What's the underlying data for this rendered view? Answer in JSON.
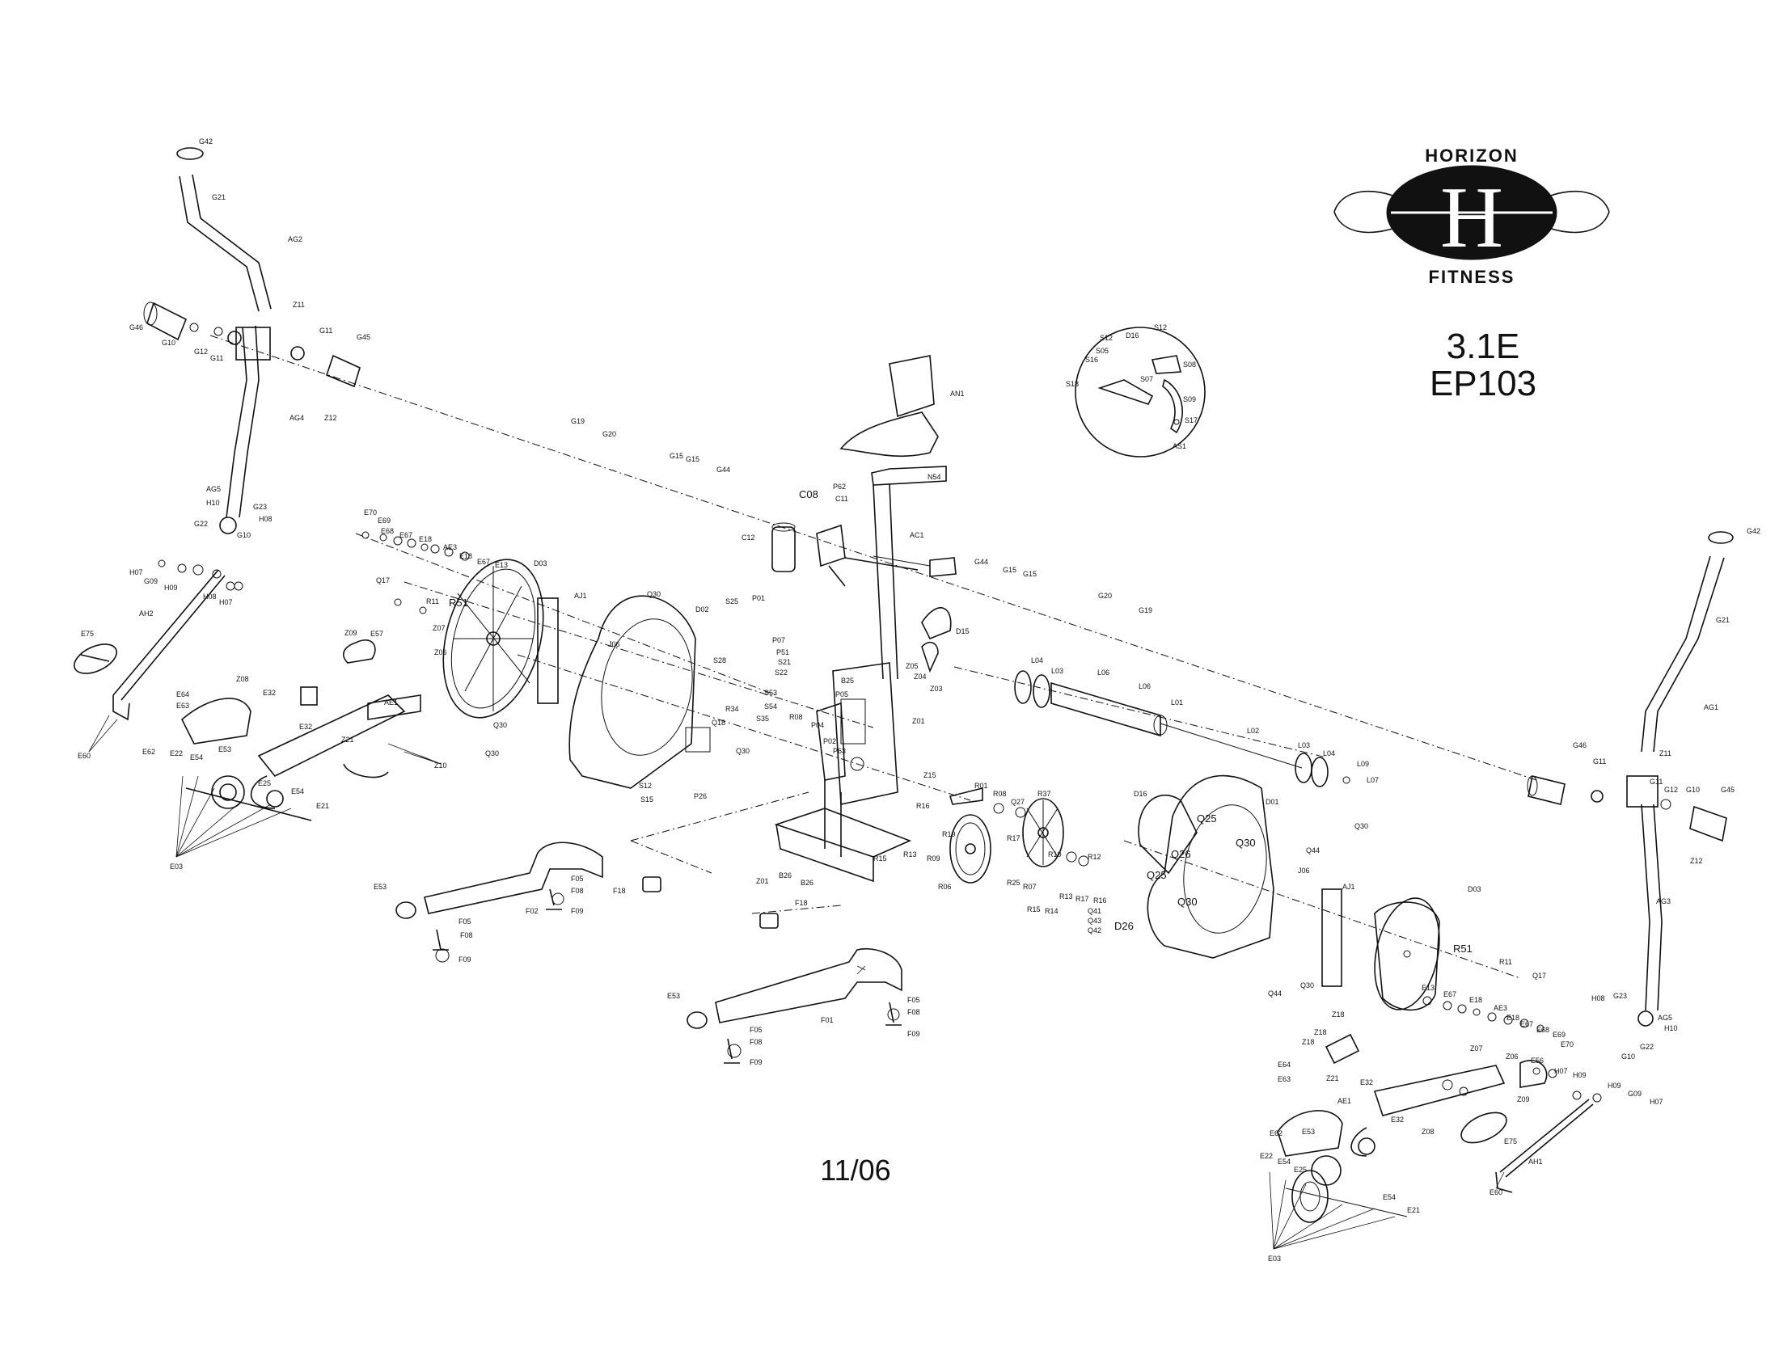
{
  "brand": {
    "top_word": "HORIZON",
    "bottom_word": "FITNESS",
    "mark_letter": "H"
  },
  "model": {
    "line1": "3.1E",
    "line2": "EP103"
  },
  "date": "11/06",
  "labels": {
    "G42_l": "G42",
    "G21_l": "G21",
    "AG2": "AG2",
    "Z11_l": "Z11",
    "G46_l": "G46",
    "G10_l": "G10",
    "G12_l": "G12",
    "G11_l": "G11",
    "G11b_l": "G11",
    "G45_l": "G45",
    "Z12_l": "Z12",
    "AG4": "AG4",
    "AG5_l": "AG5",
    "H10_l": "H10",
    "G23_l": "G23",
    "H08_l": "H08",
    "G22_l": "G22",
    "G10b_l": "G10",
    "H07_l": "H07",
    "G09_l": "G09",
    "H09_l": "H09",
    "H08b_l": "H08",
    "H07b_l": "H07",
    "AH2": "AH2",
    "E75_l": "E75",
    "E60_l": "E60",
    "E64_l": "E64",
    "E63_l": "E63",
    "E62_l": "E62",
    "E22_l": "E22",
    "E54_l": "E54",
    "E53_l": "E53",
    "E25_l": "E25",
    "E54b_l": "E54",
    "E21_l": "E21",
    "E03_l": "E03",
    "E70_l": "E70",
    "E69_l": "E69",
    "E68_l": "E68",
    "E67_l": "E67",
    "E18_l": "E18",
    "AE3_l": "AE3",
    "E18b_l": "E18",
    "E67b_l": "E67",
    "E13_l": "E13",
    "D03_l": "D03",
    "Q17_l": "Q17",
    "R11_l": "R11",
    "R51_l": "R51",
    "Z07_l": "Z07",
    "Z09_l": "Z09",
    "E57_l": "E57",
    "Z06_l": "Z06",
    "Z08_l": "Z08",
    "E32_l": "E32",
    "AE1_l": "AE1",
    "E32b_l": "E32",
    "Z21_l": "Z21",
    "Z10_l": "Z10",
    "AJ1_l": "AJ1",
    "Q30_l": "Q30",
    "D02_l": "D02",
    "J06_l": "J06",
    "Q30b_l": "Q30",
    "Q30c_l": "Q30",
    "G19_l": "G19",
    "G20_l": "G20",
    "G15_l": "G15",
    "G15b_l": "G15",
    "G44_l": "G44",
    "C08_l": "C08",
    "C11_l": "C11",
    "C12_l": "C12",
    "AC1_l": "AC1",
    "P62_l": "P62",
    "N54_l": "N54",
    "AN1_l": "AN1",
    "S25_l": "S25",
    "P01_l": "P01",
    "P07_l": "P07",
    "P51_l": "P51",
    "S21_l": "S21",
    "S22_l": "S22",
    "S28_l": "S28",
    "S53_l": "S53",
    "S54_l": "S54",
    "R34_l": "R34",
    "S35_l": "S35",
    "Q18_l": "Q18",
    "Q30d_l": "Q30",
    "R08_l": "R08",
    "B25_l": "B25",
    "Z05_l": "Z05",
    "P05_l": "P05",
    "Z04_l": "Z04",
    "Z03_l": "Z03",
    "Z01_l": "Z01",
    "P04_l": "P04",
    "P02_l": "P02",
    "P63_l": "P63",
    "D15_l": "D15",
    "S12_l": "S12",
    "S15_l": "S15",
    "P26_l": "P26",
    "Z15_l": "Z15",
    "R01_l": "R01",
    "R16_l": "R16",
    "R08b_l": "R08",
    "Q27_l": "Q27",
    "R37_l": "R37",
    "R19_l": "R19",
    "R15_l": "R15",
    "R13_l": "R13",
    "R09_l": "R09",
    "R06_l": "R06",
    "R17_l": "R17",
    "R10_l": "R10",
    "R12_l": "R12",
    "R25_l": "R25",
    "R07_l": "R07",
    "R13b_l": "R13",
    "R17b_l": "R17",
    "R16b_l": "R16",
    "R15b_l": "R15",
    "R14_l": "R14",
    "Q41_l": "Q41",
    "Q43_l": "Q43",
    "Q42_l": "Q42",
    "D26_l": "D26",
    "Z01b_l": "Z01",
    "B26_l": "B26",
    "B26b_l": "B26",
    "E53b_l": "E53",
    "F05_l": "F05",
    "F08_l": "F08",
    "F09_l": "F09",
    "F02_l": "F02",
    "F05b_l": "F05",
    "F08b_l": "F08",
    "F09b_l": "F09",
    "F18_l": "F18",
    "F18b_l": "F18",
    "E53c_l": "E53",
    "F05c_l": "F05",
    "F08c_l": "F08",
    "F09c_l": "F09",
    "F01_l": "F01",
    "F05d_l": "F05",
    "F08d_l": "F08",
    "F09d_l": "F09",
    "L04_l": "L04",
    "L03_l": "L03",
    "L06_l": "L06",
    "L06b_l": "L06",
    "L01_l": "L01",
    "L02_l": "L02",
    "L03b_l": "L03",
    "L04b_l": "L04",
    "L09_l": "L09",
    "L07_l": "L07",
    "G20b_l": "G20",
    "G19b_l": "G19",
    "G44b_l": "G44",
    "G15c_l": "G15",
    "G15d_l": "G15",
    "D16_l": "D16",
    "Q25_l": "Q25",
    "D01_l": "D01",
    "Q26_l": "Q26",
    "Q30e_l": "Q30",
    "Q44_l": "Q44",
    "Q25b_l": "Q25",
    "Q30f_l": "Q30",
    "J06b_l": "J06",
    "AJ1b_l": "AJ1",
    "D03b_l": "D03",
    "Q30g_l": "Q30",
    "Q44b_l": "Q44",
    "Q30h_l": "Q30",
    "R51b_l": "R51",
    "R11b_l": "R11",
    "Q17b_l": "Q17",
    "E13b_l": "E13",
    "E67c_l": "E67",
    "E18c_l": "E18",
    "AE3b_l": "AE3",
    "E18d_l": "E18",
    "E67d_l": "E67",
    "E68b_l": "E68",
    "E69b_l": "E69",
    "E70b_l": "E70",
    "G42b_l": "G42",
    "G21b_l": "G21",
    "AG1_l": "AG1",
    "Z11b_l": "Z11",
    "G46b_l": "G46",
    "G11c_l": "G11",
    "G11d_l": "G11",
    "G12b_l": "G12",
    "G10c_l": "G10",
    "G45b_l": "G45",
    "Z12b_l": "Z12",
    "AG3_l": "AG3",
    "H08c_l": "H08",
    "G23b_l": "G23",
    "AG5b_l": "AG5",
    "H10b_l": "H10",
    "G22b_l": "G22",
    "G10d_l": "G10",
    "Z18_l": "Z18",
    "Z18b_l": "Z18",
    "Z18c_l": "Z18",
    "Z21b_l": "Z21",
    "E32c_l": "E32",
    "Z07b_l": "Z07",
    "Z06b_l": "Z06",
    "E56_l": "E56",
    "Z09b_l": "Z09",
    "H07c_l": "H07",
    "H09b_l": "H09",
    "E64b_l": "E64",
    "E63b_l": "E63",
    "AE1b_l": "AE1",
    "E32d_l": "E32",
    "Z08b_l": "Z08",
    "H09c_l": "H09",
    "G09b_l": "G09",
    "H07d_l": "H07",
    "E62b_l": "E62",
    "E53d_l": "E53",
    "E75b_l": "E75",
    "AH1_l": "AH1",
    "E60b_l": "E60",
    "E22b_l": "E22",
    "E54c_l": "E54",
    "E25b_l": "E25",
    "E54d_l": "E54",
    "E21b_l": "E21",
    "E03b_l": "E03",
    "S12c_l": "S12",
    "D16c_l": "D16",
    "S12d_l": "S12",
    "S05_l": "S05",
    "S16_l": "S16",
    "S08_l": "S08",
    "S07_l": "S07",
    "S18_l": "S18",
    "S09_l": "S09",
    "S17_l": "S17",
    "AS1_l": "AS1"
  }
}
